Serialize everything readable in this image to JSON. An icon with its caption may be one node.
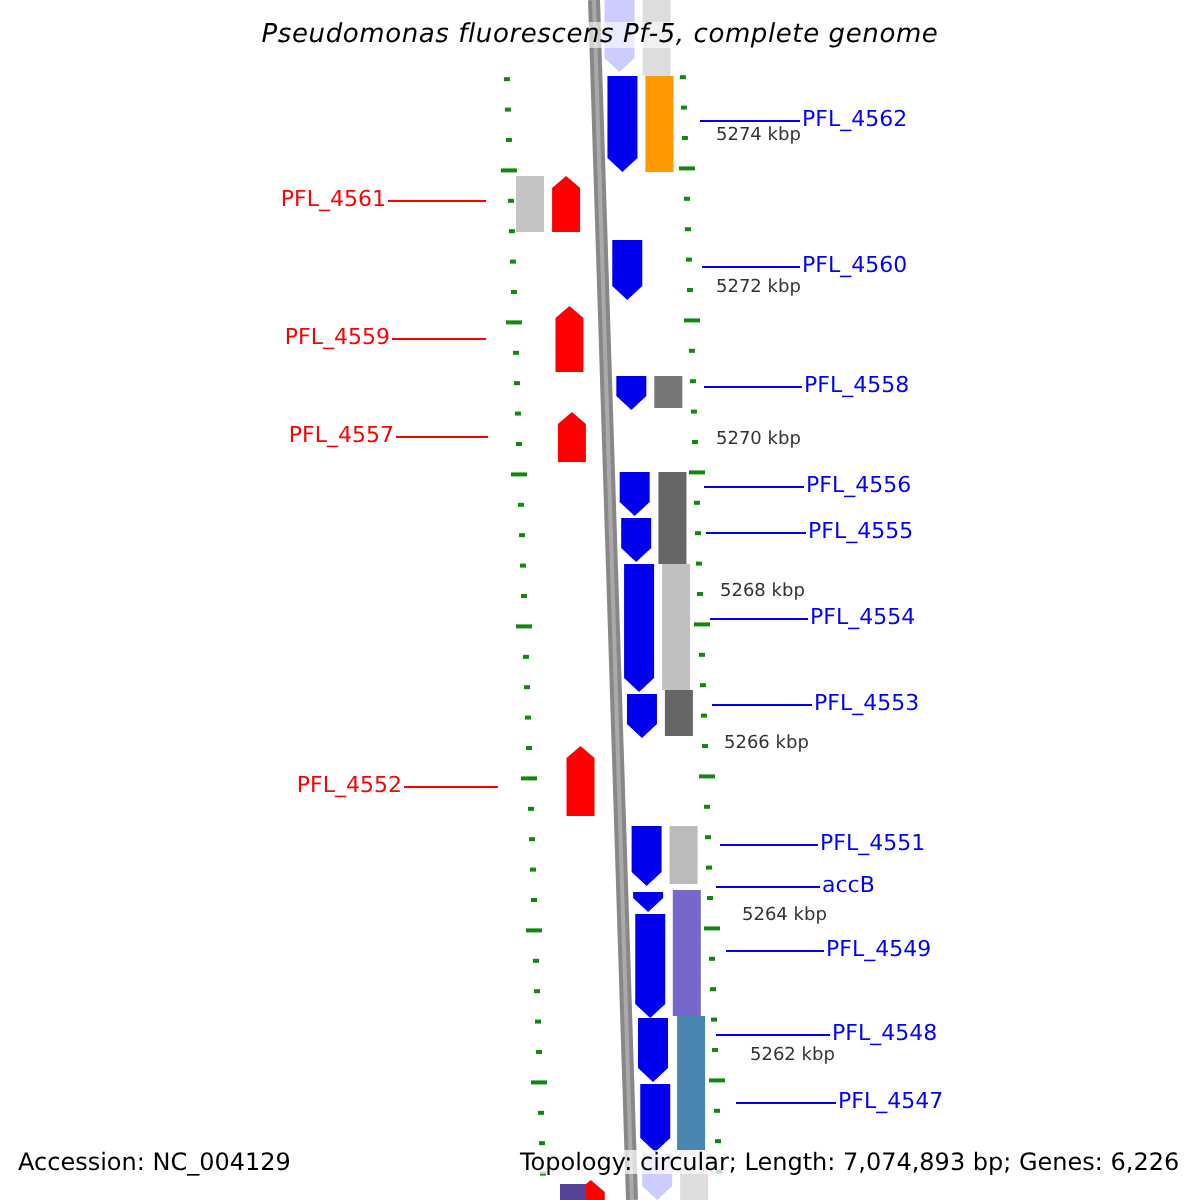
{
  "diagram": {
    "title": "Pseudomonas fluorescens Pf-5, complete genome",
    "nodes": [
      {
        "text": [
          "PFL_4562"
        ]
      },
      {
        "text": [
          "PFL_4561"
        ]
      },
      {
        "text": [
          "PFL_4560"
        ]
      },
      {
        "text": [
          "PFL_4559"
        ]
      },
      {
        "text": [
          "PFL_4558"
        ]
      },
      {
        "text": [
          "PFL_4557"
        ]
      },
      {
        "text": [
          "PFL_4556"
        ]
      },
      {
        "text": [
          "PFL_4555"
        ]
      },
      {
        "text": [
          "PFL_4554"
        ]
      },
      {
        "text": [
          "PFL_4553"
        ]
      },
      {
        "text": [
          "PFL_4552"
        ]
      },
      {
        "text": [
          "PFL_4551"
        ]
      },
      {
        "text": [
          "accB"
        ]
      },
      {
        "text": [
          "PFL_4549"
        ]
      },
      {
        "text": [
          "PFL_4548"
        ]
      },
      {
        "text": [
          "PFL_4547"
        ]
      }
    ],
    "edges": [
      {
        "from": 0,
        "to": null,
        "arrow": "none"
      },
      {
        "from": 1,
        "to": null,
        "arrow": "none",
        "color": "#ff0000"
      },
      {
        "from": 2,
        "to": null,
        "arrow": "none"
      },
      {
        "from": 3,
        "to": null,
        "arrow": "none",
        "color": "#ff0000"
      },
      {
        "from": 4,
        "to": null,
        "arrow": "none"
      },
      {
        "from": 5,
        "to": null,
        "arrow": "none",
        "color": "#ff0000"
      },
      {
        "from": 6,
        "to": null,
        "arrow": "none"
      },
      {
        "from": 7,
        "to": null,
        "arrow": "none"
      },
      {
        "from": 8,
        "to": null,
        "arrow": "none"
      },
      {
        "from": 9,
        "to": null,
        "arrow": "none"
      },
      {
        "from": 10,
        "to": null,
        "arrow": "none",
        "color": "#ff0000"
      },
      {
        "from": 11,
        "to": null,
        "arrow": "none"
      },
      {
        "from": 12,
        "to": null,
        "arrow": "none"
      },
      {
        "from": 13,
        "to": null,
        "arrow": "none"
      },
      {
        "from": 14,
        "to": null,
        "arrow": "none"
      },
      {
        "from": 15,
        "to": null,
        "arrow": "none"
      }
    ],
    "labels": [
      "5274 kbp",
      "5272 kbp",
      "5270 kbp",
      "5268 kbp",
      "5266 kbp",
      "5264 kbp",
      "5262 kbp",
      "Accession: NC_004129",
      "Topology: circular; Length: 7,074,893 bp; Genes: 6,226"
    ]
  }
}
